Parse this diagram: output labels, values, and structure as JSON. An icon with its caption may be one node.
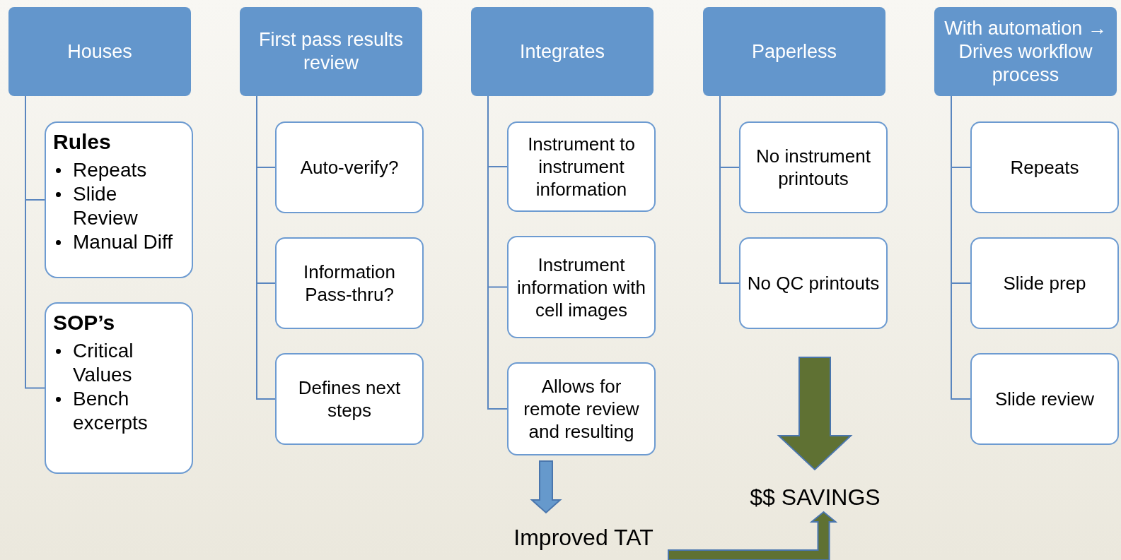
{
  "diagram": {
    "nodes": [
      {
        "text": [
          "Houses"
        ]
      },
      {
        "text": [
          "Rules",
          "Repeats",
          "Slide Review",
          "Manual Diff"
        ]
      },
      {
        "text": [
          "SOP’s",
          "Critical Values",
          "Bench excerpts"
        ]
      },
      {
        "text": [
          "First pass results review"
        ]
      },
      {
        "text": [
          "Auto-verify?"
        ]
      },
      {
        "text": [
          "Information Pass-thru?"
        ]
      },
      {
        "text": [
          "Defines next steps"
        ]
      },
      {
        "text": [
          "Integrates"
        ]
      },
      {
        "text": [
          "Instrument to instrument information"
        ]
      },
      {
        "text": [
          "Instrument information with cell images"
        ]
      },
      {
        "text": [
          "Allows for remote review and resulting"
        ]
      },
      {
        "text": [
          "Paperless"
        ]
      },
      {
        "text": [
          "No instrument printouts"
        ]
      },
      {
        "text": [
          "No QC printouts"
        ]
      },
      {
        "text": [
          "With automation → Drives workflow process"
        ]
      },
      {
        "text": [
          "Repeats"
        ]
      },
      {
        "text": [
          "Slide prep"
        ]
      },
      {
        "text": [
          "Slide review"
        ]
      },
      {
        "text": [
          "Improved TAT"
        ]
      },
      {
        "text": [
          "$$ SAVINGS"
        ]
      }
    ],
    "edges": [
      {
        "from": 0,
        "to": 1,
        "arrow": "none"
      },
      {
        "from": 0,
        "to": 2,
        "arrow": "none"
      },
      {
        "from": 3,
        "to": 4,
        "arrow": "none"
      },
      {
        "from": 3,
        "to": 5,
        "arrow": "none"
      },
      {
        "from": 3,
        "to": 6,
        "arrow": "none"
      },
      {
        "from": 7,
        "to": 8,
        "arrow": "none"
      },
      {
        "from": 7,
        "to": 9,
        "arrow": "none"
      },
      {
        "from": 7,
        "to": 10,
        "arrow": "none"
      },
      {
        "from": 11,
        "to": 12,
        "arrow": "none"
      },
      {
        "from": 11,
        "to": 13,
        "arrow": "none"
      },
      {
        "from": 14,
        "to": 15,
        "arrow": "none"
      },
      {
        "from": 14,
        "to": 16,
        "arrow": "none"
      },
      {
        "from": 14,
        "to": 17,
        "arrow": "none"
      },
      {
        "from": 10,
        "to": 18,
        "arrow": "to",
        "style": "thick"
      },
      {
        "from": 13,
        "to": 19,
        "arrow": "to",
        "style": "thick",
        "color": "#5f7133"
      },
      {
        "from": 18,
        "to": 19,
        "arrow": "to",
        "style": "thick",
        "color": "#5f7133"
      }
    ]
  }
}
